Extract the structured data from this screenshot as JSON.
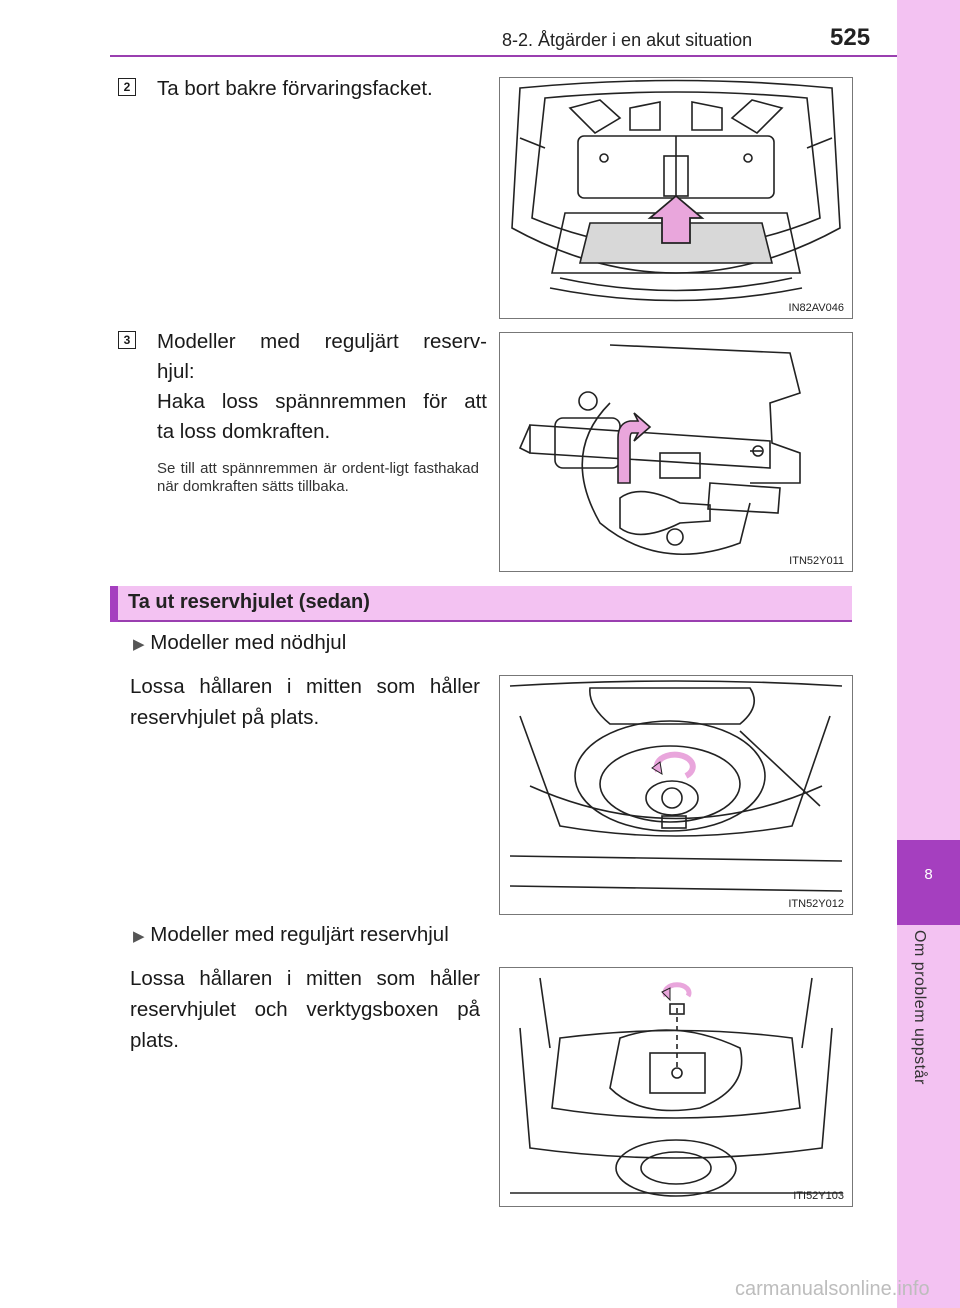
{
  "header": {
    "section": "8-2. Åtgärder i en akut situation",
    "page_number": "525"
  },
  "sidebar": {
    "chapter_number": "8",
    "chapter_title": "Om problem uppstår"
  },
  "steps": [
    {
      "number": "2",
      "text": "Ta bort bakre förvaringsfacket.",
      "figure_code": "IN82AV046"
    },
    {
      "number": "3",
      "lines": [
        "Modeller med reguljärt reserv-",
        "hjul:",
        "Haka loss spännremmen för att",
        "ta loss domkraften."
      ],
      "note": "Se till att spännremmen är ordent-ligt fasthakad när domkraften sätts tillbaka.",
      "figure_code": "ITN52Y011"
    }
  ],
  "section": {
    "title": "Ta ut reservhjulet (sedan)"
  },
  "variants": [
    {
      "heading": "Modeller med nödhjul",
      "text": "Lossa hållaren i mitten som håller reservhjulet på plats.",
      "figure_code": "ITN52Y012"
    },
    {
      "heading": "Modeller med reguljärt reservhjul",
      "text": "Lossa hållaren i mitten som håller reservhjulet och verktygsboxen på plats.",
      "figure_code": "ITI52Y103"
    }
  ],
  "footer": {
    "watermark": "carmanualsonline.info"
  },
  "colors": {
    "accent": "#a53fbf",
    "sidebar": "#f3c2f2",
    "arrow": "#e9a6dc"
  }
}
